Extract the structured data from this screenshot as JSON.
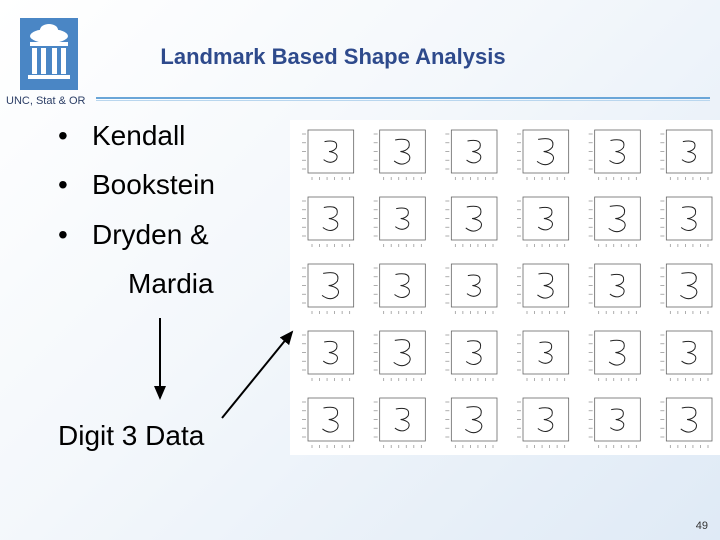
{
  "header": {
    "title": "Landmark Based Shape Analysis",
    "department": "UNC, Stat & OR"
  },
  "bullets": [
    "Kendall",
    "Bookstein",
    "Dryden &"
  ],
  "bullet_continuation": "Mardia",
  "figure_label": "Digit 3 Data",
  "page_number": "49",
  "colors": {
    "title": "#2e4a8c",
    "rule": "#6aa6d8",
    "logo": "#4a86c5"
  }
}
